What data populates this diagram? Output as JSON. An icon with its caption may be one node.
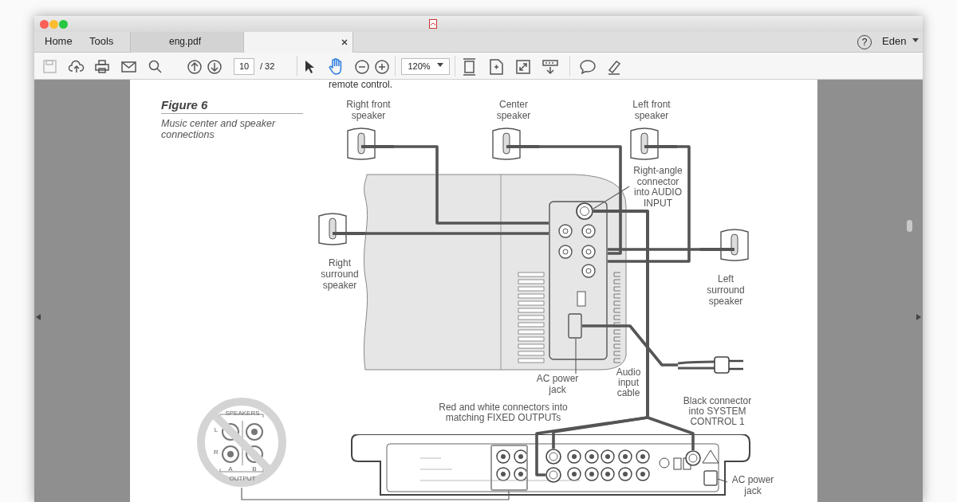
{
  "diagram": {
    "title": "Figure 6",
    "caption": "Music center and speaker connections",
    "nodes": [
      {
        "text": [
          "Right front speaker"
        ]
      },
      {
        "text": [
          "Center speaker"
        ]
      },
      {
        "text": [
          "Left front speaker"
        ]
      },
      {
        "text": [
          "Right surround speaker"
        ]
      },
      {
        "text": [
          "Left surround speaker"
        ]
      },
      {
        "text": [],
        "shape": "picture"
      },
      {
        "text": [],
        "shape": "box",
        "in": 5
      },
      {
        "text": [],
        "shape": "circle",
        "in": 6
      },
      {
        "text": [],
        "shape": "box",
        "in": 6
      },
      {
        "text": [
          "Right-angle connector into AUDIO INPUT"
        ]
      },
      {
        "text": [
          "AC power jack"
        ]
      },
      {
        "text": [],
        "shape": "picture"
      },
      {
        "text": [],
        "shape": "picture"
      },
      {
        "text": [],
        "shape": "box",
        "in": 12
      },
      {
        "text": [],
        "shape": "circle",
        "in": 12
      },
      {
        "text": [],
        "shape": "circle",
        "in": 12
      },
      {
        "text": [],
        "shape": "circle",
        "in": 12
      },
      {
        "text": [],
        "shape": "box",
        "in": 12
      },
      {
        "text": [
          "AC power jack"
        ]
      },
      {
        "text": [
          "SPEAKERS",
          "L",
          "R",
          "A",
          "B",
          "OUTPUT"
        ]
      }
    ],
    "edges": [
      {
        "from": 0,
        "to": 6,
        "arrow": "none"
      },
      {
        "from": 1,
        "to": 6,
        "arrow": "none"
      },
      {
        "from": 2,
        "to": 6,
        "arrow": "none"
      },
      {
        "from": 3,
        "to": 6,
        "arrow": "none"
      },
      {
        "from": 4,
        "to": 6,
        "arrow": "none"
      },
      {
        "from": 7,
        "to": 14,
        "arrow": "none"
      },
      {
        "from": 7,
        "to": 15,
        "arrow": "none"
      },
      {
        "from": 7,
        "to": 16,
        "arrow": "none"
      },
      {
        "from": 8,
        "to": 11,
        "arrow": "none"
      },
      {
        "from": 9,
        "to": 7,
        "arrow": "none"
      },
      {
        "from": 10,
        "to": 8,
        "arrow": "none"
      },
      {
        "from": 18,
        "to": 17,
        "arrow": "none"
      },
      {
        "from": 19,
        "to": 13,
        "arrow": "none"
      }
    ],
    "labels": [
      "Home",
      "Tools",
      "eng.pdf",
      "?",
      "Eden",
      "10",
      "/ 32",
      "120%",
      "remote control.",
      "Audio input cable",
      "Red and white connectors into matching FIXED OUTPUTs",
      "Black connector into SYSTEM CONTROL 1"
    ]
  }
}
